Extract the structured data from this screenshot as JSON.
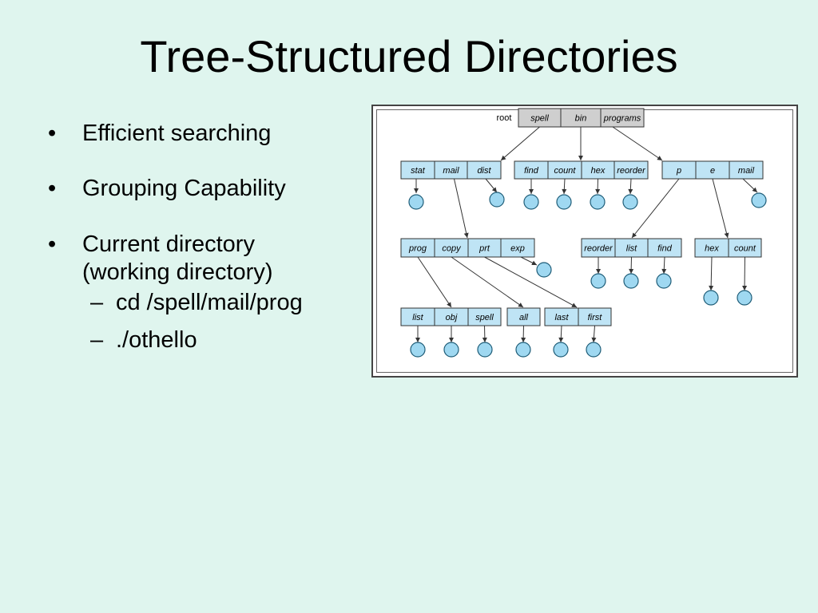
{
  "slide": {
    "title": "Tree-Structured Directories",
    "bullets": [
      {
        "text": "Efficient searching"
      },
      {
        "text": "Grouping Capability"
      },
      {
        "text": "Current directory\n(working directory)",
        "line1": "Current directory",
        "line2": "(working directory)",
        "subs": [
          "cd /spell/mail/prog",
          "./othello"
        ]
      }
    ]
  },
  "diagram": {
    "root_label": "root",
    "root_entries": [
      "spell",
      "bin",
      "programs"
    ],
    "level1": {
      "spell_dir": [
        "stat",
        "mail",
        "dist"
      ],
      "bin_dir": [
        "find",
        "count",
        "hex",
        "reorder"
      ],
      "programs_dir": [
        "p",
        "e",
        "mail"
      ]
    },
    "level2": {
      "mail_dir": [
        "prog",
        "copy",
        "prt",
        "exp"
      ],
      "p_dir": [
        "reorder",
        "list",
        "find"
      ],
      "e_dir": [
        "hex",
        "count"
      ]
    },
    "level3": {
      "prog_dir": [
        "list",
        "obj",
        "spell"
      ],
      "copy_dir": [
        "all"
      ],
      "prt_dir": [
        "last",
        "first"
      ]
    },
    "colors": {
      "root_cell": "#cfcfcf",
      "dir_cell": "#bfe4f5",
      "file_node": "#9fd8f1"
    }
  }
}
